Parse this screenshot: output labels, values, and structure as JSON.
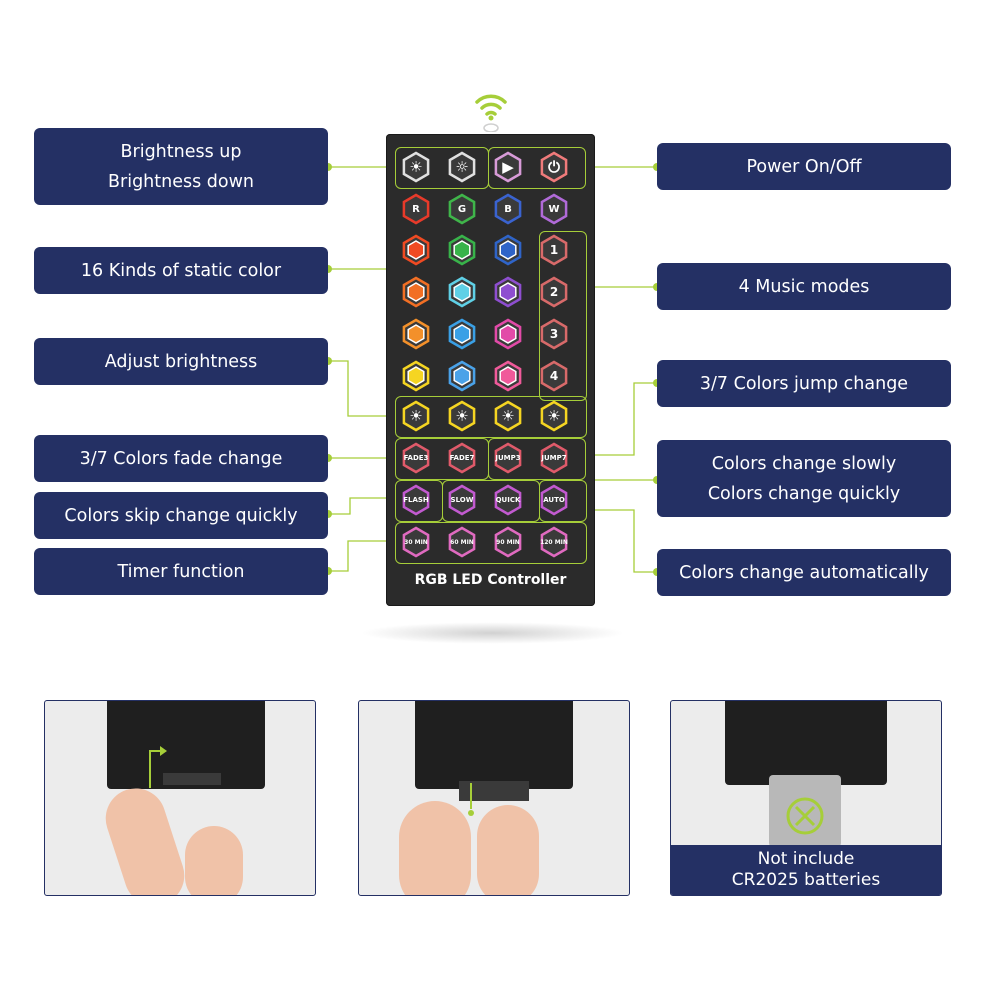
{
  "colors": {
    "navy": "#243064",
    "accent": "#a6ce39",
    "remote": "#2b2b2b"
  },
  "labels_left": {
    "brightness": [
      "Brightness up",
      "Brightness down"
    ],
    "static_color": "16 Kinds of static color",
    "adjust_brightness": "Adjust brightness",
    "fade": "3/7 Colors fade change",
    "skip": "Colors skip change quickly",
    "timer": "Timer function"
  },
  "labels_right": {
    "power": "Power On/Off",
    "music": "4 Music modes",
    "jump": "3/7 Colors jump change",
    "speed": [
      "Colors change slowly",
      "Colors change quickly"
    ],
    "auto": "Colors change automatically"
  },
  "remote": {
    "brand": "RGB LED Controller",
    "row1_icons": [
      "brightness-up-icon",
      "brightness-down-icon",
      "play-pause-icon",
      "power-icon"
    ],
    "rgbw": [
      "R",
      "G",
      "B",
      "W"
    ],
    "rgbw_colors": [
      "#e83a2a",
      "#3fb54a",
      "#3a63d0",
      "#b06ad8"
    ],
    "static_colors": [
      "#f04a22",
      "#38b34a",
      "#2f64c8",
      "#f26f24",
      "#5fd0e6",
      "#8e4ed0",
      "#f3902a",
      "#3aa0e6",
      "#e24aa8",
      "#f5d522",
      "#4aa2e8",
      "#f05a9a"
    ],
    "music": [
      "1",
      "2",
      "3",
      "4"
    ],
    "fade_jump": [
      "FADE3",
      "FADE7",
      "JUMP3",
      "JUMP7"
    ],
    "speed": [
      "FLASH",
      "SLOW",
      "QUICK",
      "AUTO"
    ],
    "timer": [
      "30 MIN",
      "60 MIN",
      "90 MIN",
      "120 MIN"
    ]
  },
  "battery_note": [
    "Not include",
    "CR2025 batteries"
  ]
}
